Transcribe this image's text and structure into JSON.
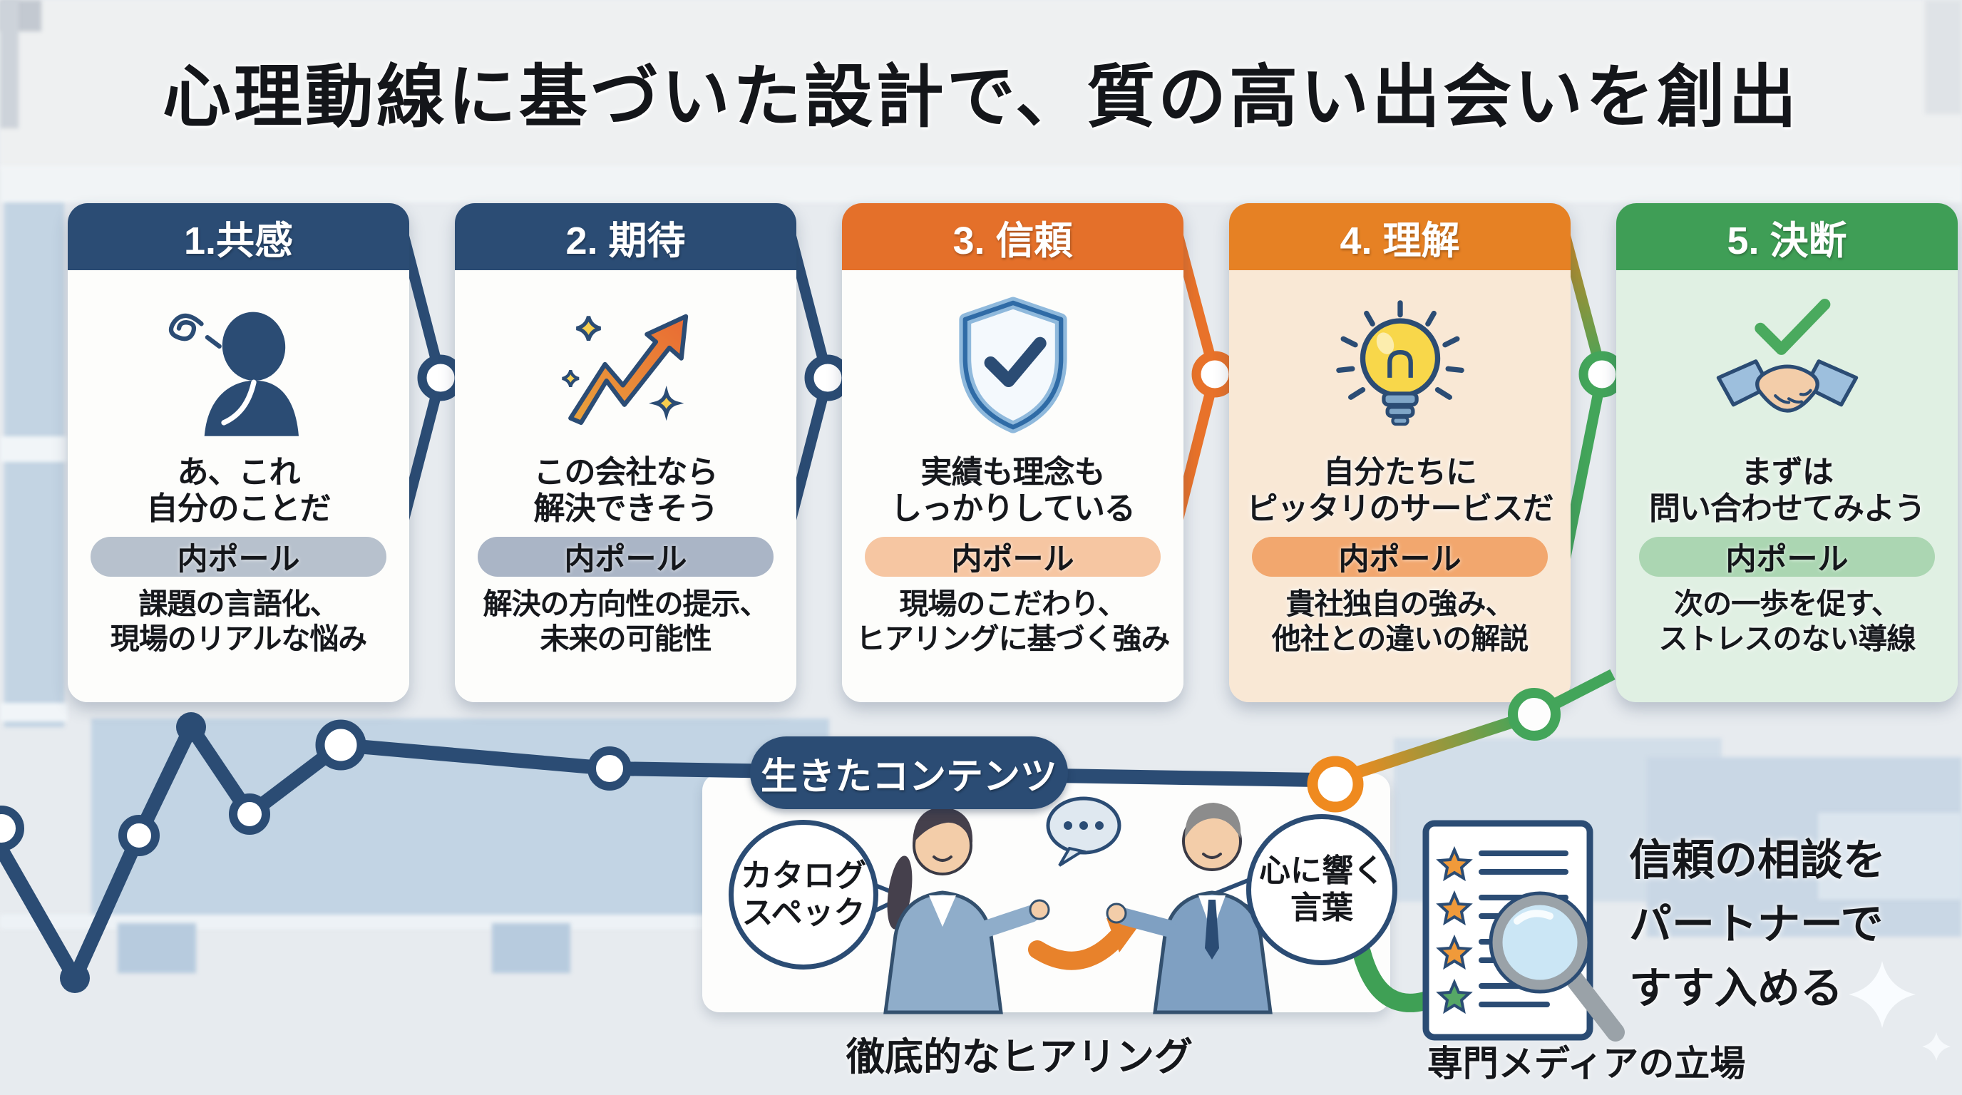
{
  "title": "心理動線に基づいた設計で、質の高い出会いを創出",
  "steps": [
    {
      "label": "1.共感",
      "icon": "worried-person-icon",
      "quote1": "あ、これ",
      "quote2": "自分のことだ",
      "badge": "内ポール",
      "desc1": "課題の言語化、",
      "desc2": "現場のリアルな悩み",
      "header_color": "#2b4c74",
      "body_color": "#fdfdfb",
      "pill_color": "#b7c1cd"
    },
    {
      "label": "2. 期待",
      "icon": "rising-arrow-icon",
      "quote1": "この会社なら",
      "quote2": "解決できそう",
      "badge": "内ポール",
      "desc1": "解決の方向性の提示、",
      "desc2": "未来の可能性",
      "header_color": "#2b4c74",
      "body_color": "#fdfdfb",
      "pill_color": "#aab5c6"
    },
    {
      "label": "3. 信頼",
      "icon": "shield-check-icon",
      "quote1": "実績も理念も",
      "quote2": "しっかりしている",
      "badge": "内ポール",
      "desc1": "現場のこだわり、",
      "desc2": "ヒアリングに基づく強み",
      "header_color": "#e4702a",
      "body_color": "#fdfdfb",
      "pill_color": "#f6c6a2"
    },
    {
      "label": "4. 理解",
      "icon": "lightbulb-icon",
      "quote1": "自分たちに",
      "quote2": "ピッタリのサービスだ",
      "badge": "内ポール",
      "desc1": "貴社独自の強み、",
      "desc2": "他社との違いの解説",
      "header_color": "#e68124",
      "body_color": "#f9e8d5",
      "pill_color": "#f2a76e"
    },
    {
      "label": "5. 決断",
      "icon": "handshake-check-icon",
      "quote1": "まずは",
      "quote2": "問い合わせてみよう",
      "badge": "内ポール",
      "desc1": "次の一歩を促す、",
      "desc2": "ストレスのない導線",
      "header_color": "#3f9e56",
      "body_color": "#e0f0e3",
      "pill_color": "#abd6b2"
    }
  ],
  "content_panel": {
    "title": "生きたコンテンツ",
    "left_bubble1": "カタログ",
    "left_bubble2": "スペック",
    "right_bubble1": "心に響く",
    "right_bubble2": "言葉",
    "caption": "徹底的なヒアリング"
  },
  "media_note": {
    "line1": "信頼の相談を",
    "line2": "パートナーで",
    "line3": "すす入める",
    "caption": "専門メディアの立場"
  },
  "colors": {
    "navy": "#2b4c74",
    "orange": "#e8822b",
    "green": "#43a55a",
    "background": "#e7ebef",
    "accent_yellow": "#f7d84a"
  }
}
